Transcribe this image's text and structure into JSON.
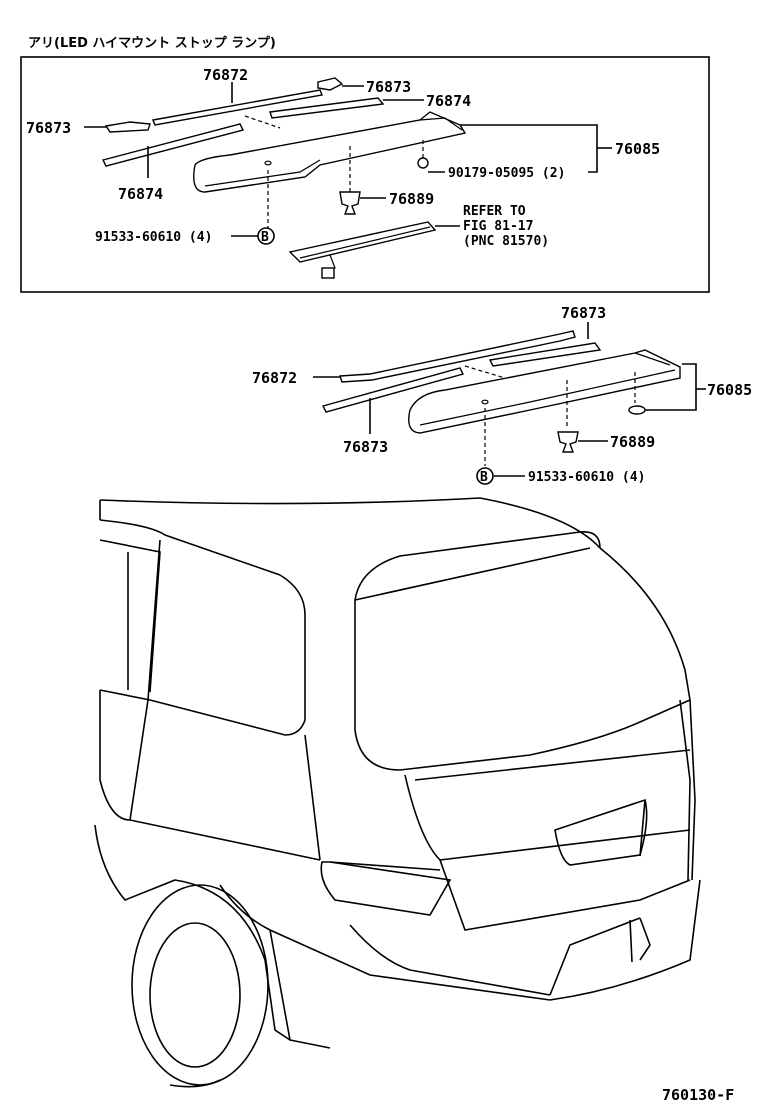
{
  "title": "アリ(LED ハイマウント ストップ ランプ)",
  "figure_number": "760130-F",
  "upper_panel": {
    "labels": {
      "p76872": "76872",
      "p76873_right": "76873",
      "p76874_right": "76874",
      "p76873_left": "76873",
      "p76874_left": "76874",
      "p76085": "76085",
      "p90179": "90179-05095 (2)",
      "p76889": "76889",
      "p91533": "91533-60610 (4)",
      "bolt_marker": "B",
      "refer_line1": "REFER TO",
      "refer_line2": "FIG 81-17",
      "refer_line3": "(PNC 81570)"
    }
  },
  "lower_panel": {
    "labels": {
      "p76873_top": "76873",
      "p76872": "76872",
      "p76085": "76085",
      "p76873_bottom": "76873",
      "p76889": "76889",
      "p91533": "91533-60610 (4)",
      "bolt_marker": "B"
    }
  }
}
